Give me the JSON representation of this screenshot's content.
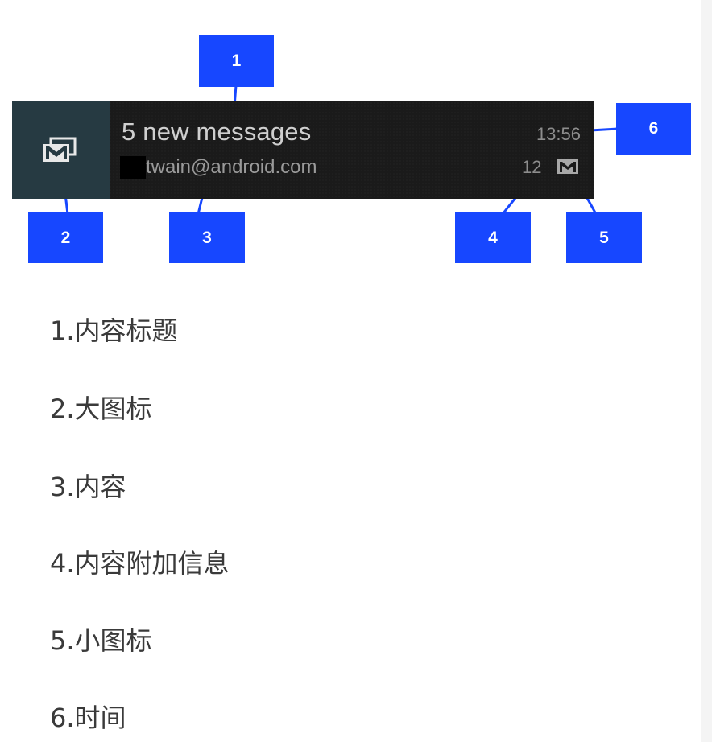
{
  "notification": {
    "title": "5 new messages",
    "text": "twain@android.com",
    "time": "13:56",
    "info": "12",
    "large_icon": "gmail-stack-icon",
    "small_icon": "mail-envelope-icon"
  },
  "callouts": [
    "1",
    "2",
    "3",
    "4",
    "5",
    "6"
  ],
  "legend": [
    "1.内容标题",
    "2.大图标",
    "3.内容",
    "4.内容附加信息",
    "5.小图标",
    "6.时间"
  ],
  "colors": {
    "callout": "#1747ff",
    "notification_bg": "#1a1a1a",
    "large_icon_bg": "#263a42"
  }
}
